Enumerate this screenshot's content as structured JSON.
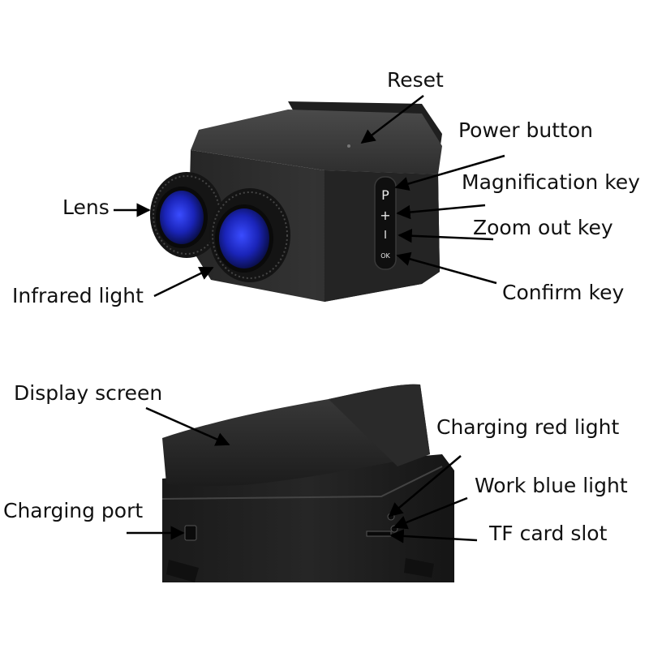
{
  "top_diagram": {
    "labels": {
      "reset": "Reset",
      "power_button": "Power button",
      "magnification_key": "Magnification key",
      "zoom_out_key": "Zoom out key",
      "confirm_key": "Confirm key",
      "lens": "Lens",
      "infrared_light": "Infrared light"
    },
    "button_glyphs": {
      "power": "P",
      "plus": "+",
      "minus": "I",
      "ok": "OK"
    }
  },
  "bottom_diagram": {
    "labels": {
      "display_screen": "Display screen",
      "charging_red_light": "Charging red light",
      "work_blue_light": "Work blue light",
      "charging_port": "Charging port",
      "tf_card_slot": "TF card slot"
    }
  },
  "colors": {
    "body": "#2b2b2b",
    "lens_blue": "#1f2fd0",
    "label_text": "#111111"
  }
}
